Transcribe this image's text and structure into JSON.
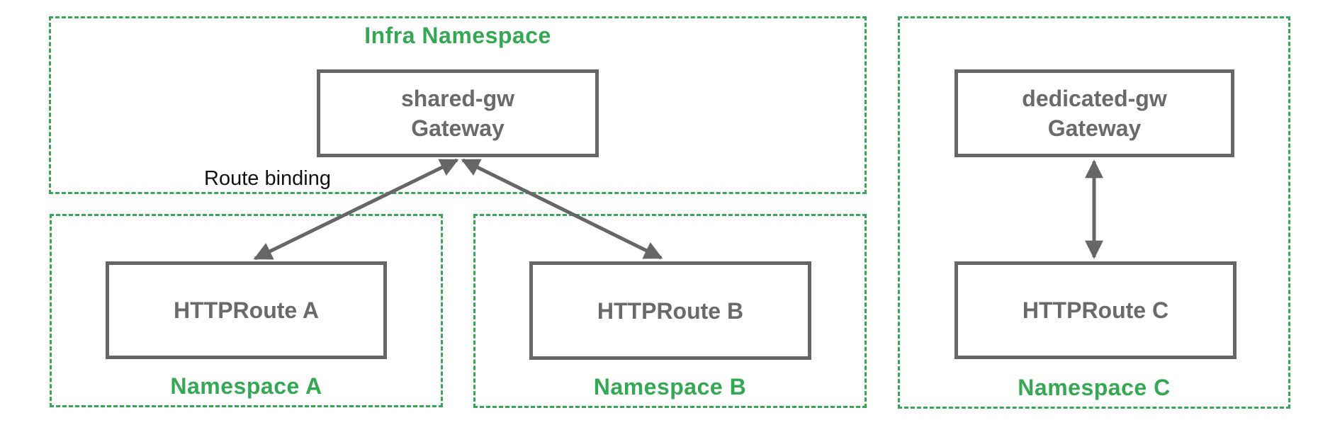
{
  "colors": {
    "namespace_green": "#34a853",
    "node_gray": "#666666",
    "label_black": "#111111"
  },
  "diagram": {
    "infra_namespace": {
      "label": "Infra Namespace"
    },
    "namespace_a": {
      "label": "Namespace A"
    },
    "namespace_b": {
      "label": "Namespace B"
    },
    "namespace_c": {
      "label": "Namespace C"
    },
    "shared_gateway": {
      "name": "shared-gw",
      "type": "Gateway"
    },
    "dedicated_gateway": {
      "name": "dedicated-gw",
      "type": "Gateway"
    },
    "httproute_a": {
      "label": "HTTPRoute A"
    },
    "httproute_b": {
      "label": "HTTPRoute B"
    },
    "httproute_c": {
      "label": "HTTPRoute C"
    },
    "route_binding_label": "Route binding"
  }
}
